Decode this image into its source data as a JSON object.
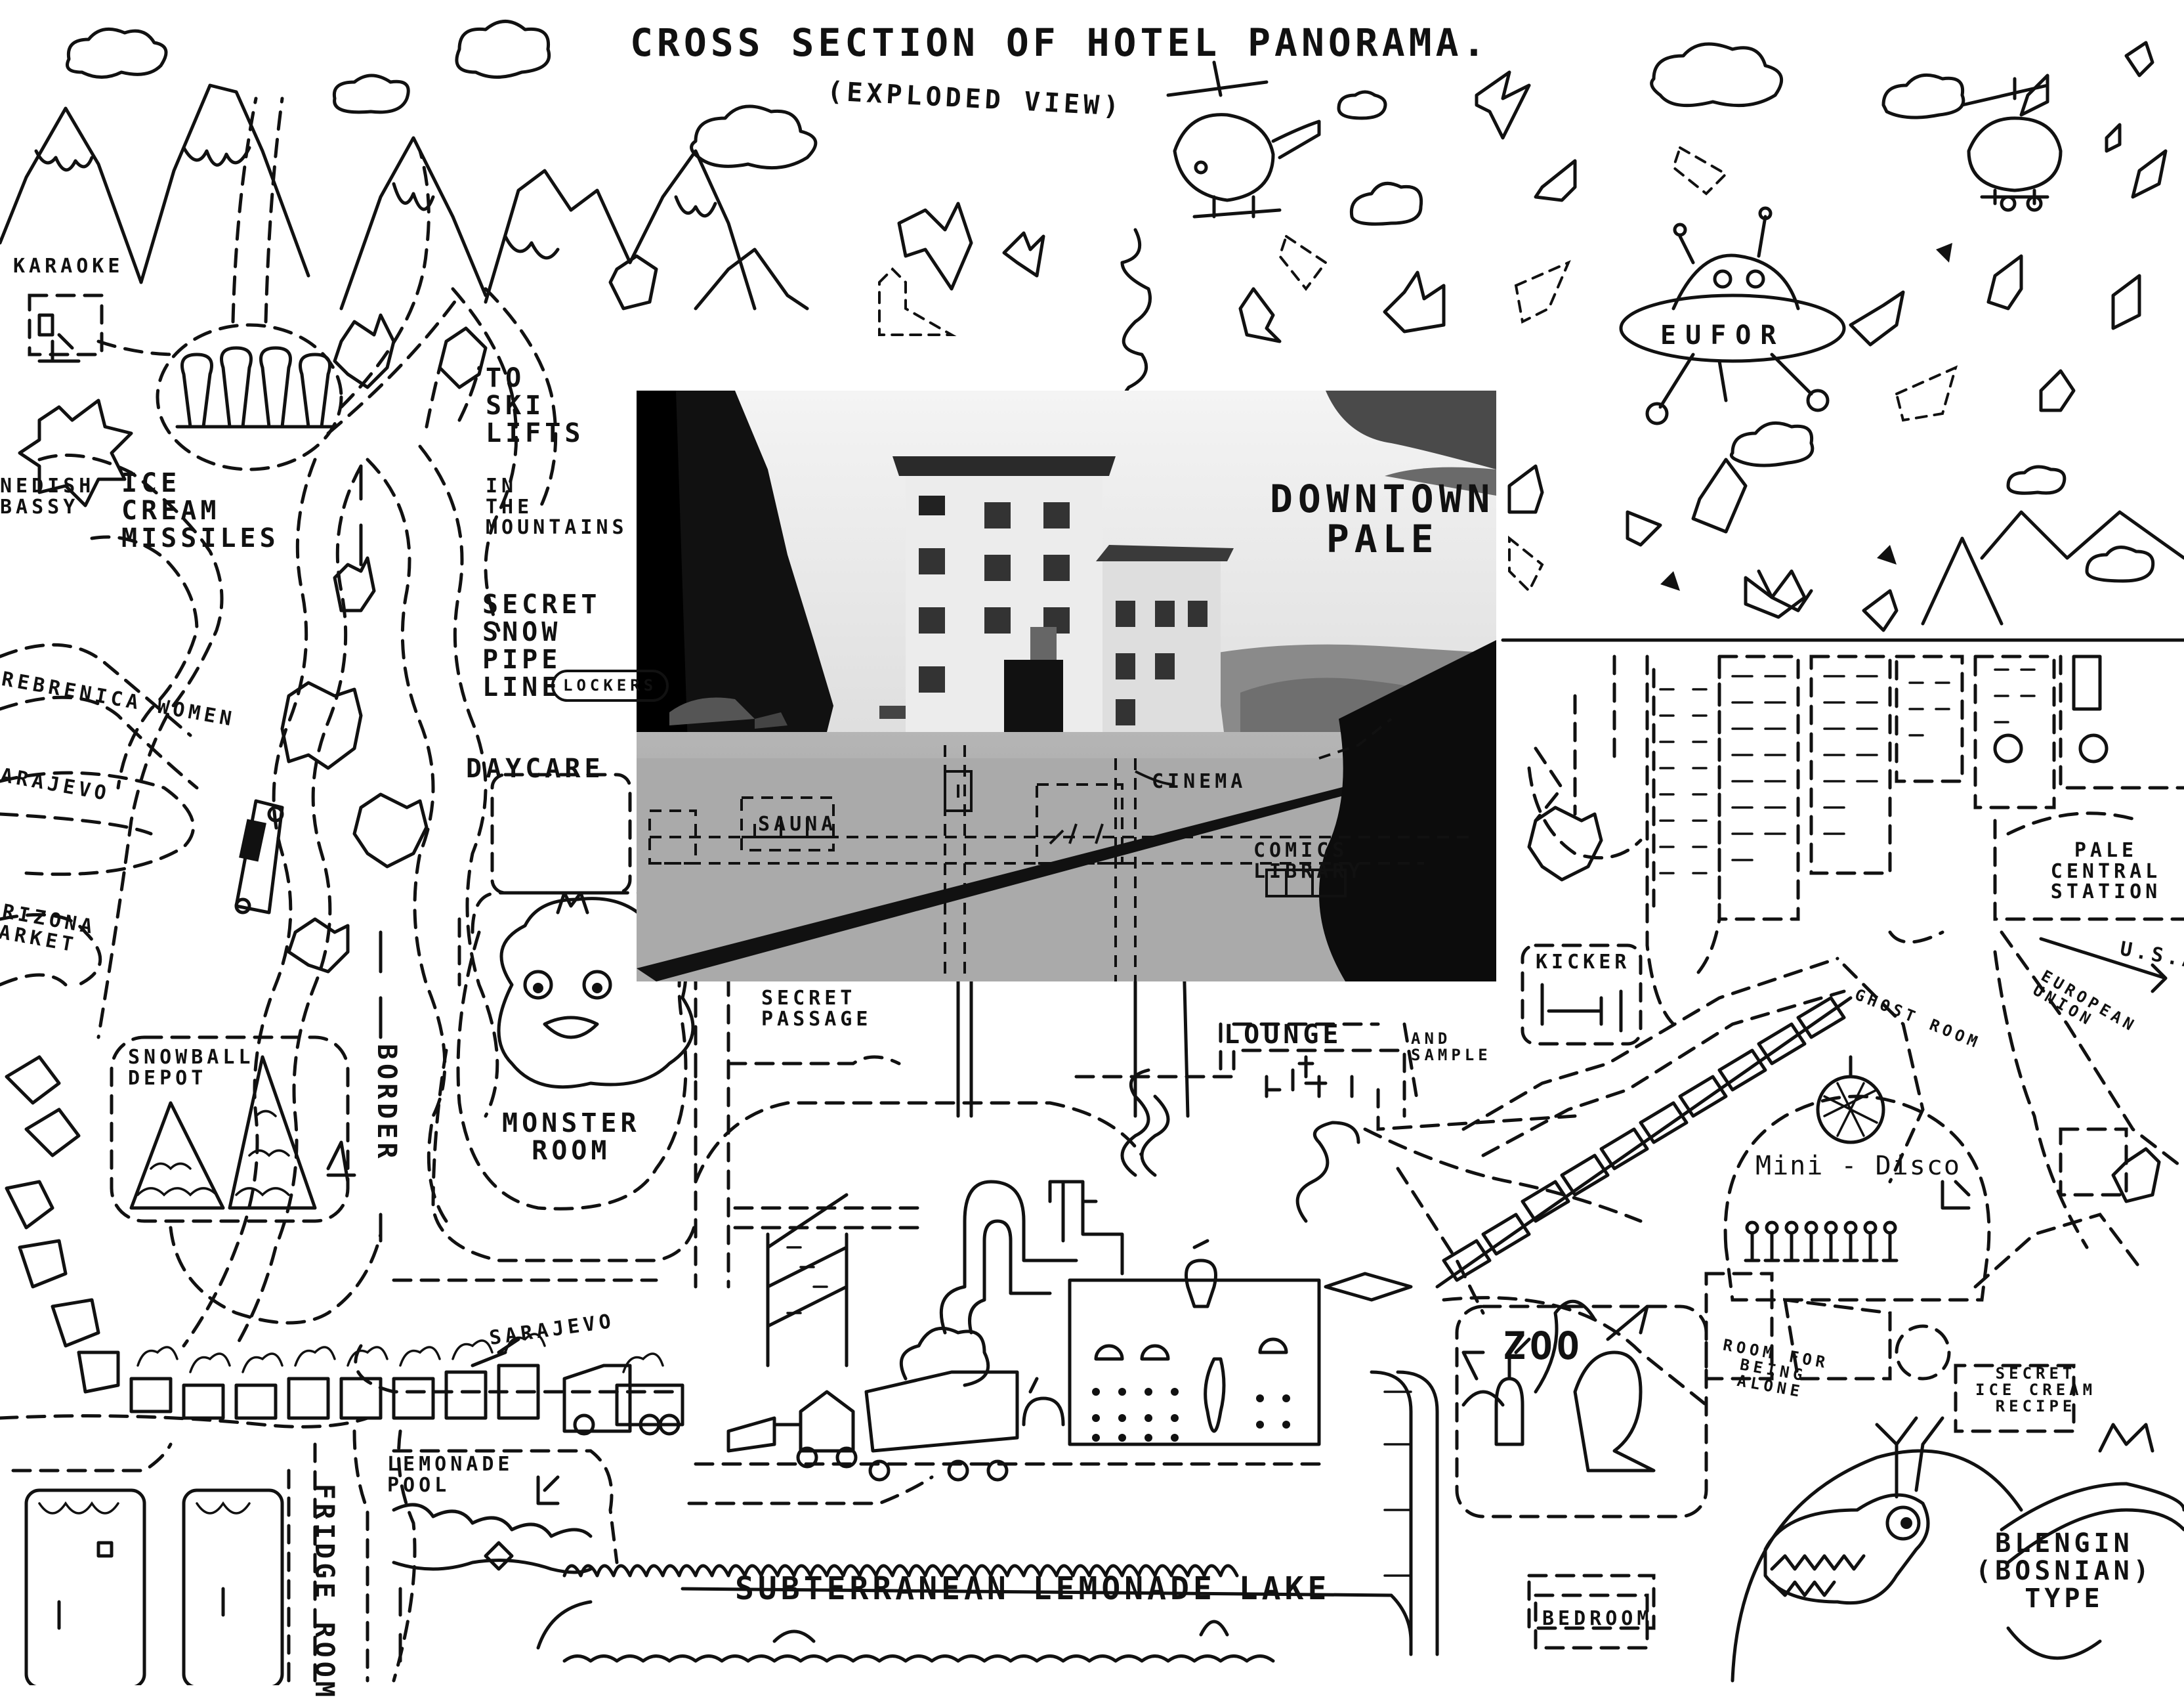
{
  "title": "CROSS SECTION OF HOTEL PANORAMA.",
  "subtitle": "(EXPLODED VIEW)",
  "labels": {
    "karaoke": "KARAOKE",
    "embassy": "NEDISH\nBASSY",
    "ice_cream_missiles": "ICE\nCREAM\nMISSILES",
    "srebrenica_women": "REBRENICA WOMEN",
    "sarajevo_left": "ARAJEVO",
    "arizona_market": "RIZONA\nARKET",
    "snowball_depot": "SNOWBALL\nDEPOT",
    "border": "BORDER",
    "to_ski_lifts": "TO\nSKI\nLIFTS",
    "in_the_mountains": "IN\nTHE\nMOUNTAINS",
    "secret_snow_pipe_line": "SECRET\nSNOW\nPIPE\nLINE",
    "lockers": "LOCKERS",
    "day_care": "DAYCARE",
    "monster_room": "MONSTER\nROOM",
    "secret_passage": "SECRET\nPASSAGE",
    "downtown_pale": "DOWNTOWN\nPALE",
    "sauna": "SAUNA",
    "cinema": "CINEMA",
    "comics_library": "COMICS\nLIBRARY",
    "lounge": "LOUNGE",
    "and_sample": "AND\nSAMPLE",
    "kicker": "KICKER",
    "ghost_room": "GHOST ROOM",
    "pale_central_station": "PALE CENTRAL\nSTATION",
    "usa": "U.S.A",
    "european_union": "EUROPEAN UNION",
    "mini_disco": "Mini - Disco",
    "zoo": "ZOO",
    "room_for_being_alone": "ROOM FOR\nBEING\nALONE",
    "secret_ice_cream_recipe": "SECRET\nICE CREAM\nRECIPE",
    "sarajevo_train": "SARAJEVO",
    "lemonade_pool": "LEMONADE\nPOOL",
    "fridge_room": "FRIDGE ROOM",
    "subterranean_lemonade_lake": "SUBTERRANEAN LEMONADE LAKE",
    "bedroom": "BEDROOM",
    "blengin": "BLENGIN\n(BOSNIAN)\nTYPE",
    "eufor": "EUFOR"
  }
}
